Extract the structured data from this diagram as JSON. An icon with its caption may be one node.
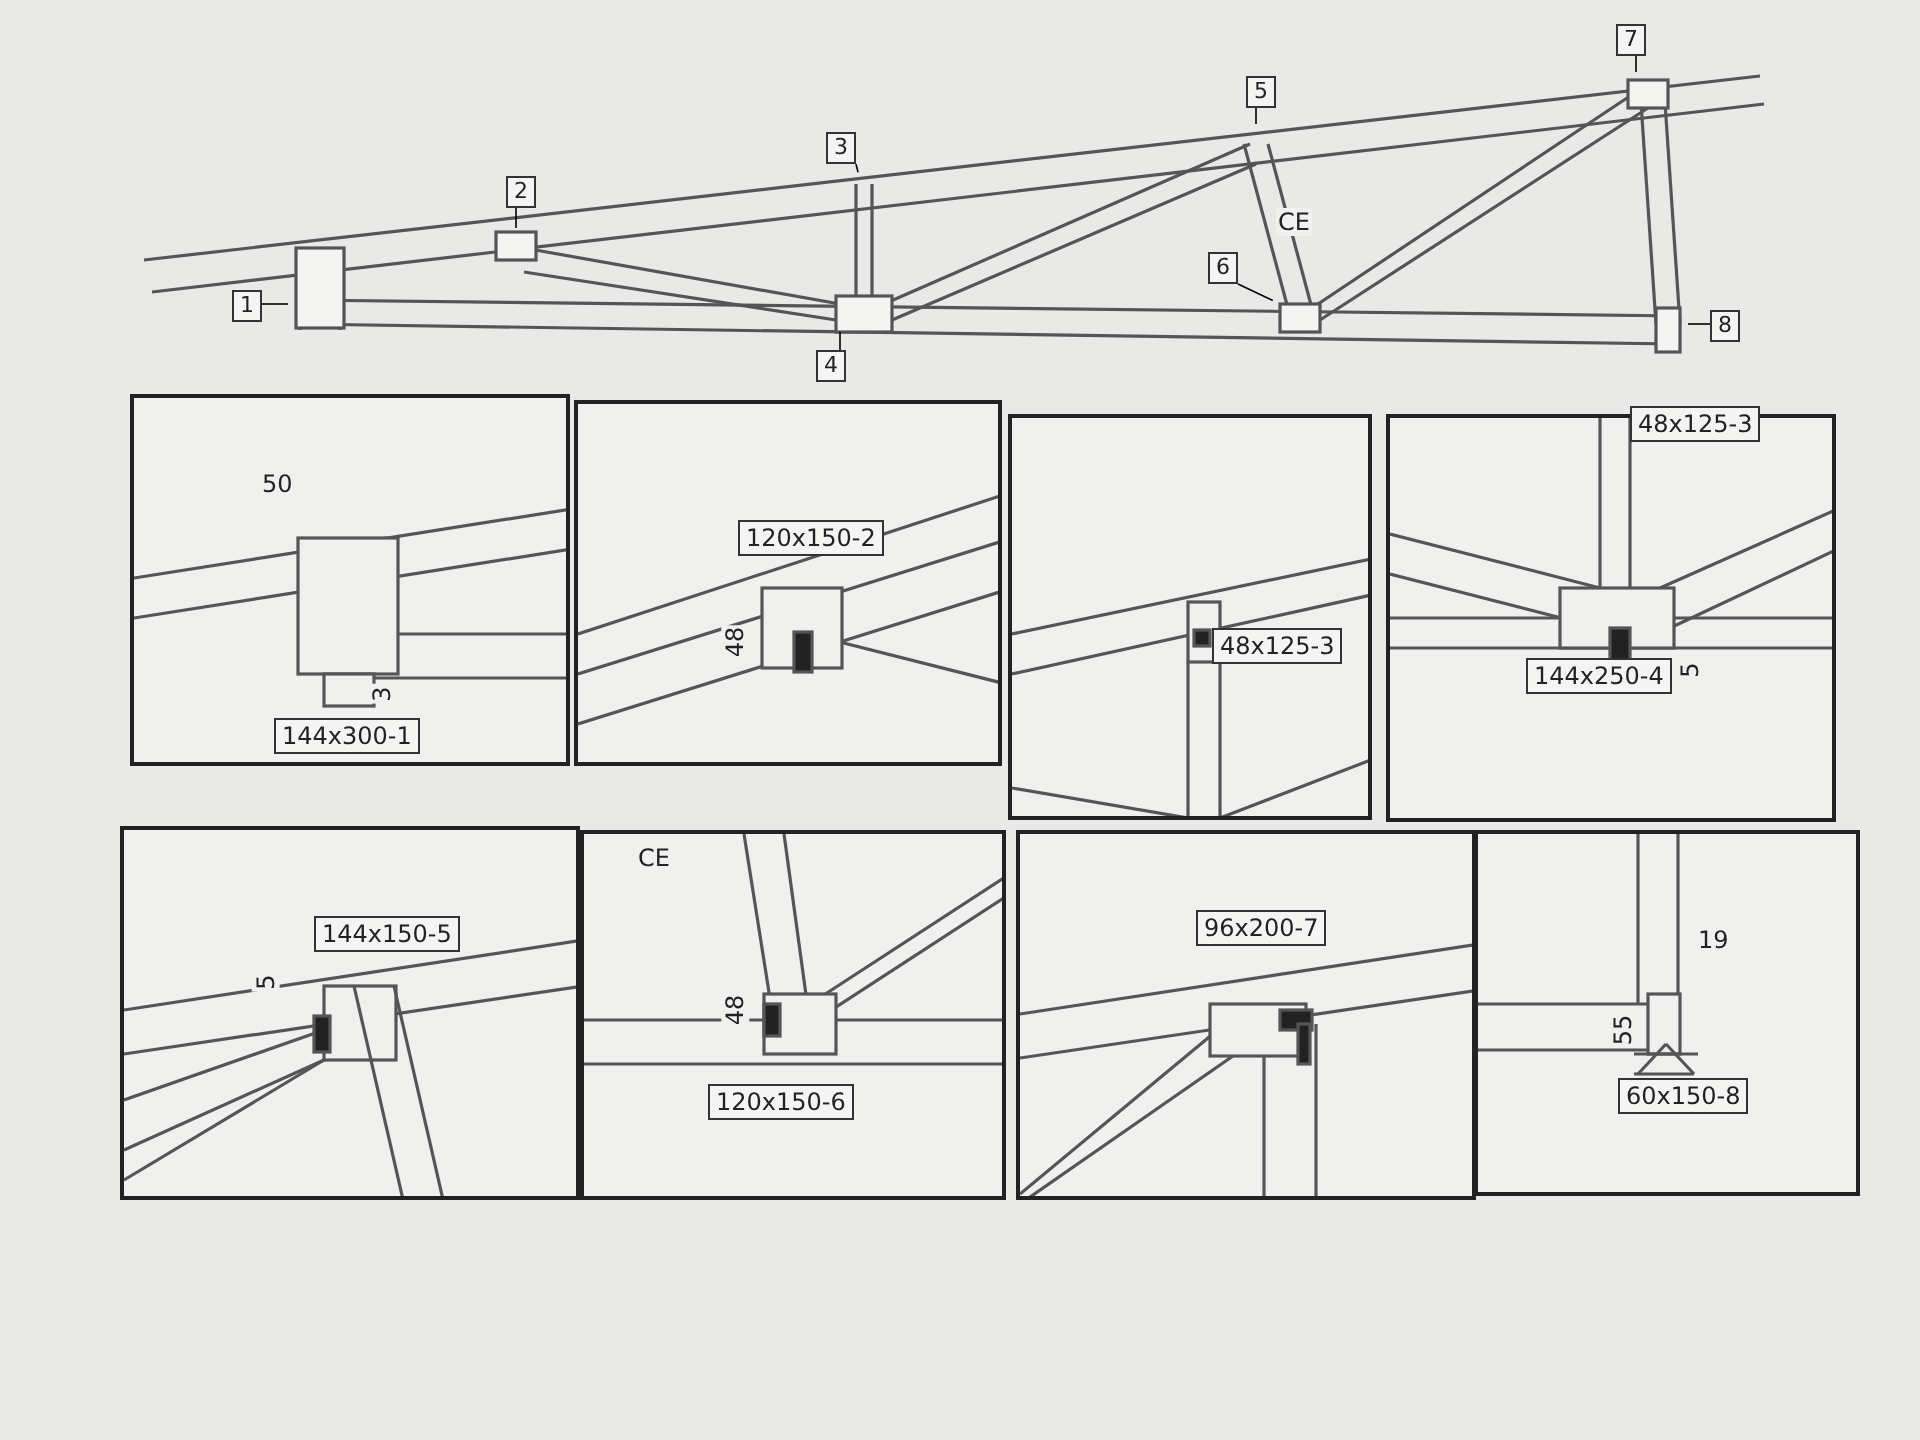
{
  "diagram": {
    "nodes": [
      {
        "text": [
          "1"
        ]
      },
      {
        "text": [
          "2"
        ]
      },
      {
        "text": [
          "3"
        ]
      },
      {
        "text": [
          "4"
        ]
      },
      {
        "text": [
          "5"
        ]
      },
      {
        "text": [
          "6"
        ]
      },
      {
        "text": [
          "7"
        ]
      },
      {
        "text": [
          "8"
        ]
      },
      {
        "text": [],
        "shape": "box"
      },
      {
        "text": [
          "144x300-1"
        ],
        "in": 8
      },
      {
        "text": [],
        "shape": "box"
      },
      {
        "text": [
          "120x150-2"
        ],
        "in": 10
      },
      {
        "text": [],
        "shape": "box"
      },
      {
        "text": [
          "48x125-3"
        ],
        "in": 12
      },
      {
        "text": [],
        "shape": "box"
      },
      {
        "text": [
          "48x125-3"
        ],
        "in": 14
      },
      {
        "text": [
          "144x250-4"
        ],
        "in": 14
      },
      {
        "text": [],
        "shape": "box"
      },
      {
        "text": [
          "144x150-5"
        ],
        "in": 17
      },
      {
        "text": [],
        "shape": "box"
      },
      {
        "text": [
          "120x150-6"
        ],
        "in": 19
      },
      {
        "text": [],
        "shape": "box"
      },
      {
        "text": [
          "96x200-7"
        ],
        "in": 21
      },
      {
        "text": [],
        "shape": "box"
      },
      {
        "text": [
          "60x150-8"
        ],
        "in": 23
      }
    ],
    "edges": [
      {
        "from": 0,
        "to": null,
        "arrow": "none"
      },
      {
        "from": 1,
        "to": null,
        "arrow": "none"
      },
      {
        "from": 2,
        "to": null,
        "arrow": "none"
      },
      {
        "from": 3,
        "to": null,
        "arrow": "none"
      },
      {
        "from": 4,
        "to": null,
        "arrow": "none"
      },
      {
        "from": 5,
        "to": null,
        "arrow": "none"
      },
      {
        "from": 6,
        "to": null,
        "arrow": "none"
      },
      {
        "from": 7,
        "to": null,
        "arrow": "none"
      }
    ],
    "labels": [
      "CE",
      "50",
      "3",
      "48",
      "5",
      "5",
      "CE",
      "48",
      "19",
      "55"
    ]
  }
}
